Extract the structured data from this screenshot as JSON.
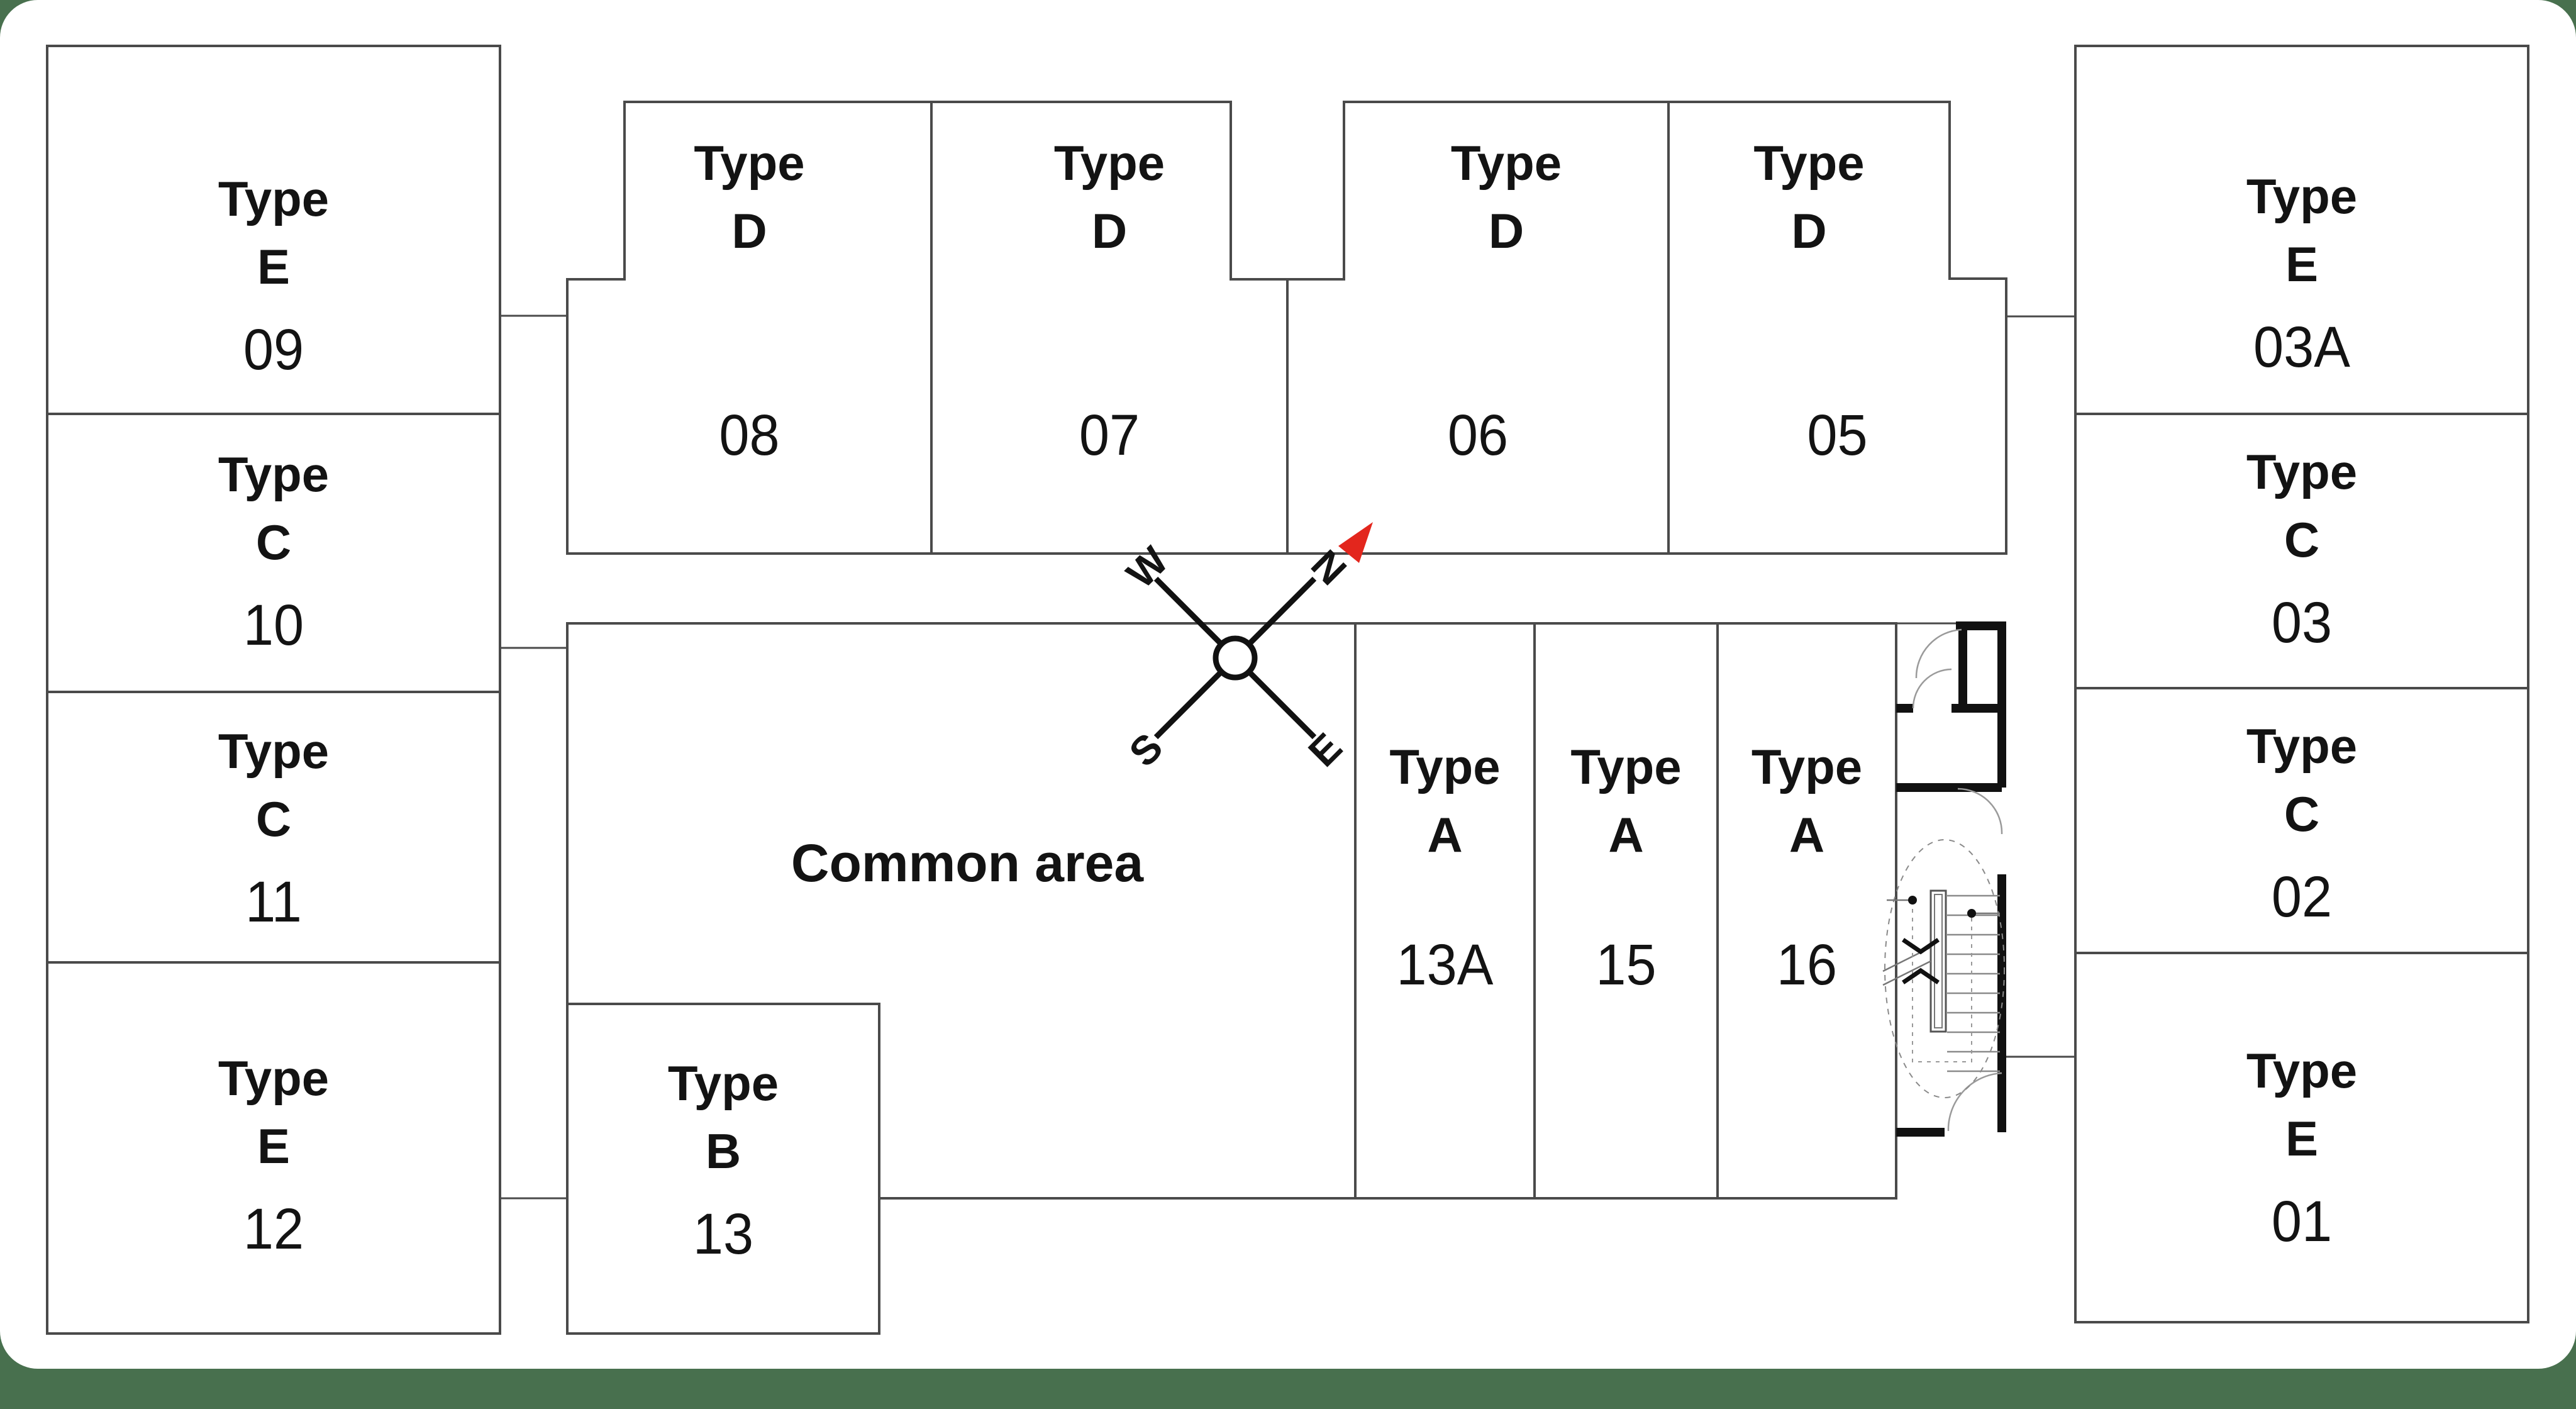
{
  "labels": {
    "type_word": "Type",
    "common_area": "Common area"
  },
  "units": [
    {
      "id": "09",
      "letter": "E",
      "number": "09"
    },
    {
      "id": "10",
      "letter": "C",
      "number": "10"
    },
    {
      "id": "11",
      "letter": "C",
      "number": "11"
    },
    {
      "id": "12",
      "letter": "E",
      "number": "12"
    },
    {
      "id": "08",
      "letter": "D",
      "number": "08"
    },
    {
      "id": "07",
      "letter": "D",
      "number": "07"
    },
    {
      "id": "06",
      "letter": "D",
      "number": "06"
    },
    {
      "id": "05",
      "letter": "D",
      "number": "05"
    },
    {
      "id": "03A",
      "letter": "E",
      "number": "03A"
    },
    {
      "id": "03",
      "letter": "C",
      "number": "03"
    },
    {
      "id": "02",
      "letter": "C",
      "number": "02"
    },
    {
      "id": "01",
      "letter": "E",
      "number": "01"
    },
    {
      "id": "13",
      "letter": "B",
      "number": "13"
    },
    {
      "id": "13A",
      "letter": "A",
      "number": "13A"
    },
    {
      "id": "15",
      "letter": "A",
      "number": "15"
    },
    {
      "id": "16",
      "letter": "A",
      "number": "16"
    }
  ],
  "compass": {
    "north": "N",
    "east": "E",
    "south": "S",
    "west": "W"
  },
  "colors": {
    "background_green": "#48704E",
    "card_white": "#ffffff",
    "line_gray": "#4a4a4a",
    "wall_black": "#111111",
    "north_arrow_red": "#e3261d",
    "text_black": "#131313"
  }
}
